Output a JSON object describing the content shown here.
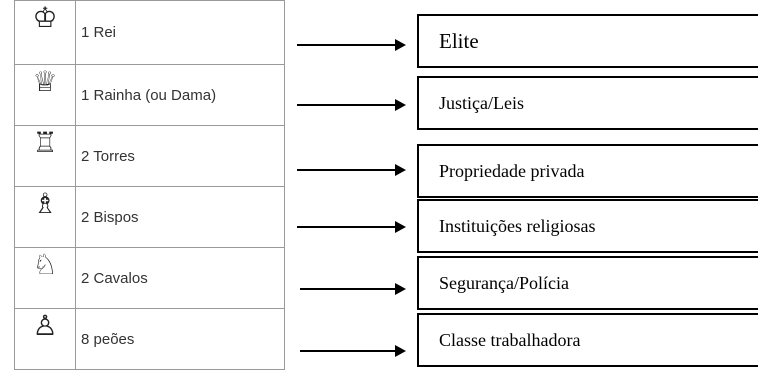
{
  "pieces": [
    {
      "icon": "king-icon",
      "glyph": "♔",
      "label": "1 Rei"
    },
    {
      "icon": "queen-icon",
      "glyph": "♕",
      "label": "1 Rainha (ou Dama)"
    },
    {
      "icon": "rook-icon",
      "glyph": "♖",
      "label": "2 Torres"
    },
    {
      "icon": "bishop-icon",
      "glyph": "♗",
      "label": "2 Bispos"
    },
    {
      "icon": "knight-icon",
      "glyph": "♘",
      "label": "2 Cavalos"
    },
    {
      "icon": "pawn-icon",
      "glyph": "♙",
      "label": "8 peões"
    }
  ],
  "roles": [
    "Elite",
    "Justiça/Leis",
    "Propriedade privada",
    "Instituições religiosas",
    "Segurança/Polícia",
    "Classe trabalhadora"
  ]
}
